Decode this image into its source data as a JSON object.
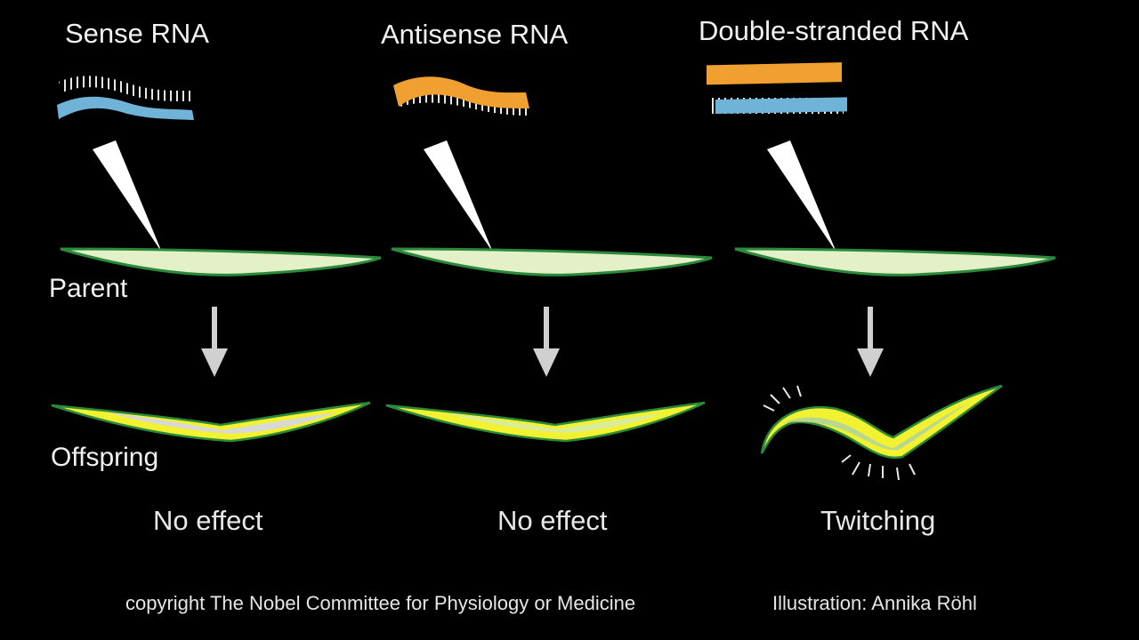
{
  "columns": [
    {
      "heading": "Sense RNA",
      "result": "No effect"
    },
    {
      "heading": "Antisense RNA",
      "result": "No effect"
    },
    {
      "heading": "Double-stranded RNA",
      "result": "Twitching"
    }
  ],
  "row_labels": {
    "parent": "Parent",
    "offspring": "Offspring"
  },
  "footer": {
    "copyright": "copyright The Nobel Committee for Physiology or Medicine",
    "illustrator": "Illustration: Annika Röhl"
  },
  "colors": {
    "background": "#000000",
    "sense_strand": "#6fb3d8",
    "antisense_strand": "#f0a030",
    "worm_body": "#e4f0c8",
    "worm_outline": "#2a8a3a",
    "offspring_body": "#f2f230",
    "offspring_core": "#d8d8d8"
  },
  "icons": [
    "injection-needle-icon",
    "down-arrow-icon",
    "twitch-marks-icon"
  ]
}
